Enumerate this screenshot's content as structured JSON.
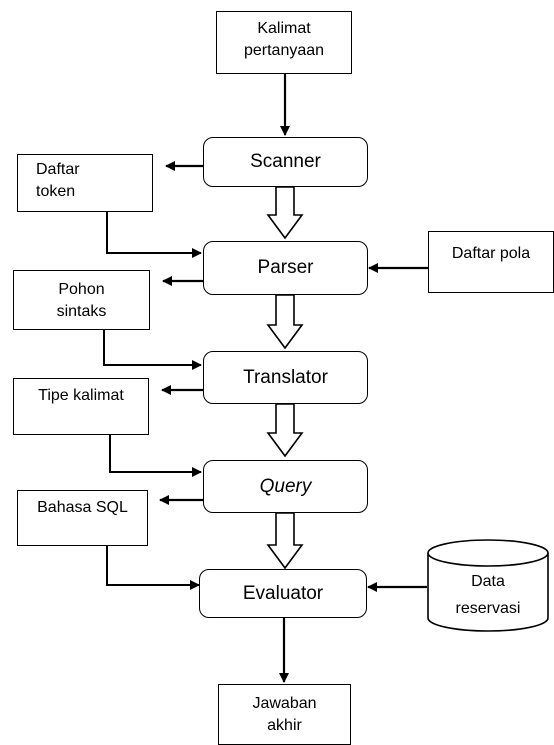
{
  "input": {
    "line1": "Kalimat",
    "line2": "pertanyaan"
  },
  "processes": {
    "scanner": "Scanner",
    "parser": "Parser",
    "translator": "Translator",
    "query": "Query",
    "evaluator": "Evaluator"
  },
  "side_notes": {
    "daftar_token": {
      "line1": "Daftar",
      "line2": "token"
    },
    "pohon_sintaks": {
      "line1": "Pohon",
      "line2": "sintaks"
    },
    "tipe_kalimat": "Tipe kalimat",
    "bahasa_sql": "Bahasa SQL",
    "daftar_pola": "Daftar pola"
  },
  "database": {
    "line1": "Data",
    "line2": "reservasi"
  },
  "output": {
    "line1": "Jawaban",
    "line2": "akhir"
  }
}
